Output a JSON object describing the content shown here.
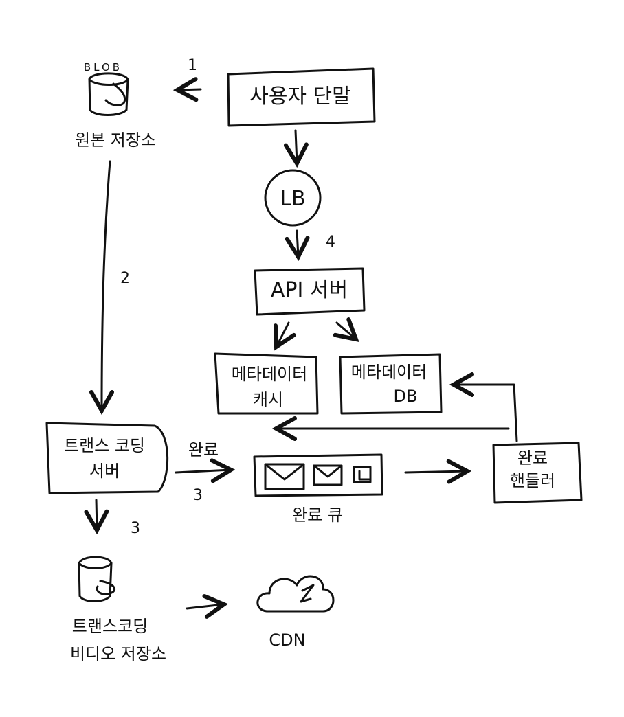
{
  "nodes": {
    "user_device": "사용자 단말",
    "lb": "LB",
    "api_server": "API 서버",
    "metadata_cache": [
      "메타데이터",
      "캐시"
    ],
    "metadata_db": [
      "메타데이터",
      "DB"
    ],
    "blob_tag": "BLOB",
    "original_storage": "원본 저장소",
    "transcoding_server": [
      "트랜스 코딩",
      "서버"
    ],
    "completion_queue": "완료 큐",
    "completion_handler": [
      "완료",
      "핸들러"
    ],
    "transcoded_storage": [
      "트랜스코딩",
      "비디오 저장소"
    ],
    "cdn": "CDN"
  },
  "edge_labels": {
    "step1": "1",
    "step2": "2",
    "step3a": "3",
    "step3b": "3",
    "step4": "4",
    "done": "완료"
  },
  "icons": [
    "database-icon",
    "envelope-icon",
    "cloud-icon"
  ],
  "colors": {
    "ink": "#111111",
    "background": "#ffffff"
  }
}
